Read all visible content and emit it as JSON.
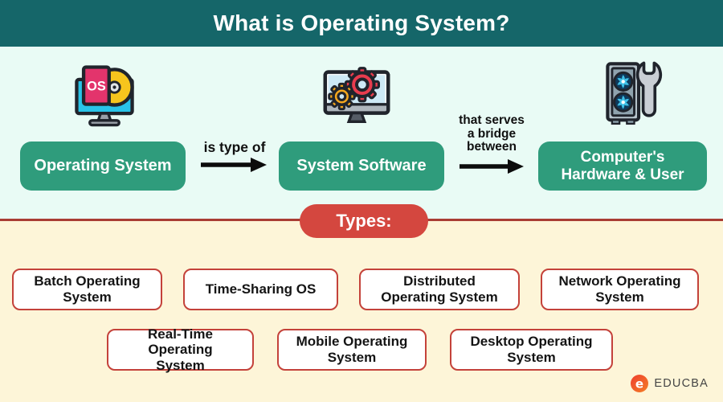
{
  "header": {
    "title": "What is Operating System?",
    "bg_color": "#156669"
  },
  "flow": {
    "nodes": [
      {
        "label": "Operating System",
        "icon": "os-install-disc-monitor-icon"
      },
      {
        "label": "System Software",
        "icon": "gears-monitor-icon"
      },
      {
        "label": "Computer's Hardware & User",
        "icon": "hardware-wrench-icon"
      }
    ],
    "connectors": [
      {
        "label": "is type of"
      },
      {
        "label": "that serves a bridge between"
      }
    ],
    "node_bg_color": "#2f9c7c",
    "section_bg_color": "#e9fbf5",
    "arrow_color": "#0c0c0c"
  },
  "types": {
    "badge_label": "Types:",
    "badge_bg_color": "#d4473f",
    "divider_color": "#a93c33",
    "section_bg_color": "#fdf5d8",
    "box_border_color": "#c4423a",
    "items": [
      {
        "label": "Batch Operating System"
      },
      {
        "label": "Time-Sharing OS"
      },
      {
        "label": "Distributed Operating System"
      },
      {
        "label": "Network Operating System"
      },
      {
        "label": "Real-Time Operating System"
      },
      {
        "label": "Mobile Operating System"
      },
      {
        "label": "Desktop Operating System"
      }
    ]
  },
  "footer": {
    "brand": "EDUCBA",
    "logo_icon": "educba-e-swirl-icon",
    "logo_colors": [
      "#ee3e2e",
      "#f47f26"
    ]
  }
}
